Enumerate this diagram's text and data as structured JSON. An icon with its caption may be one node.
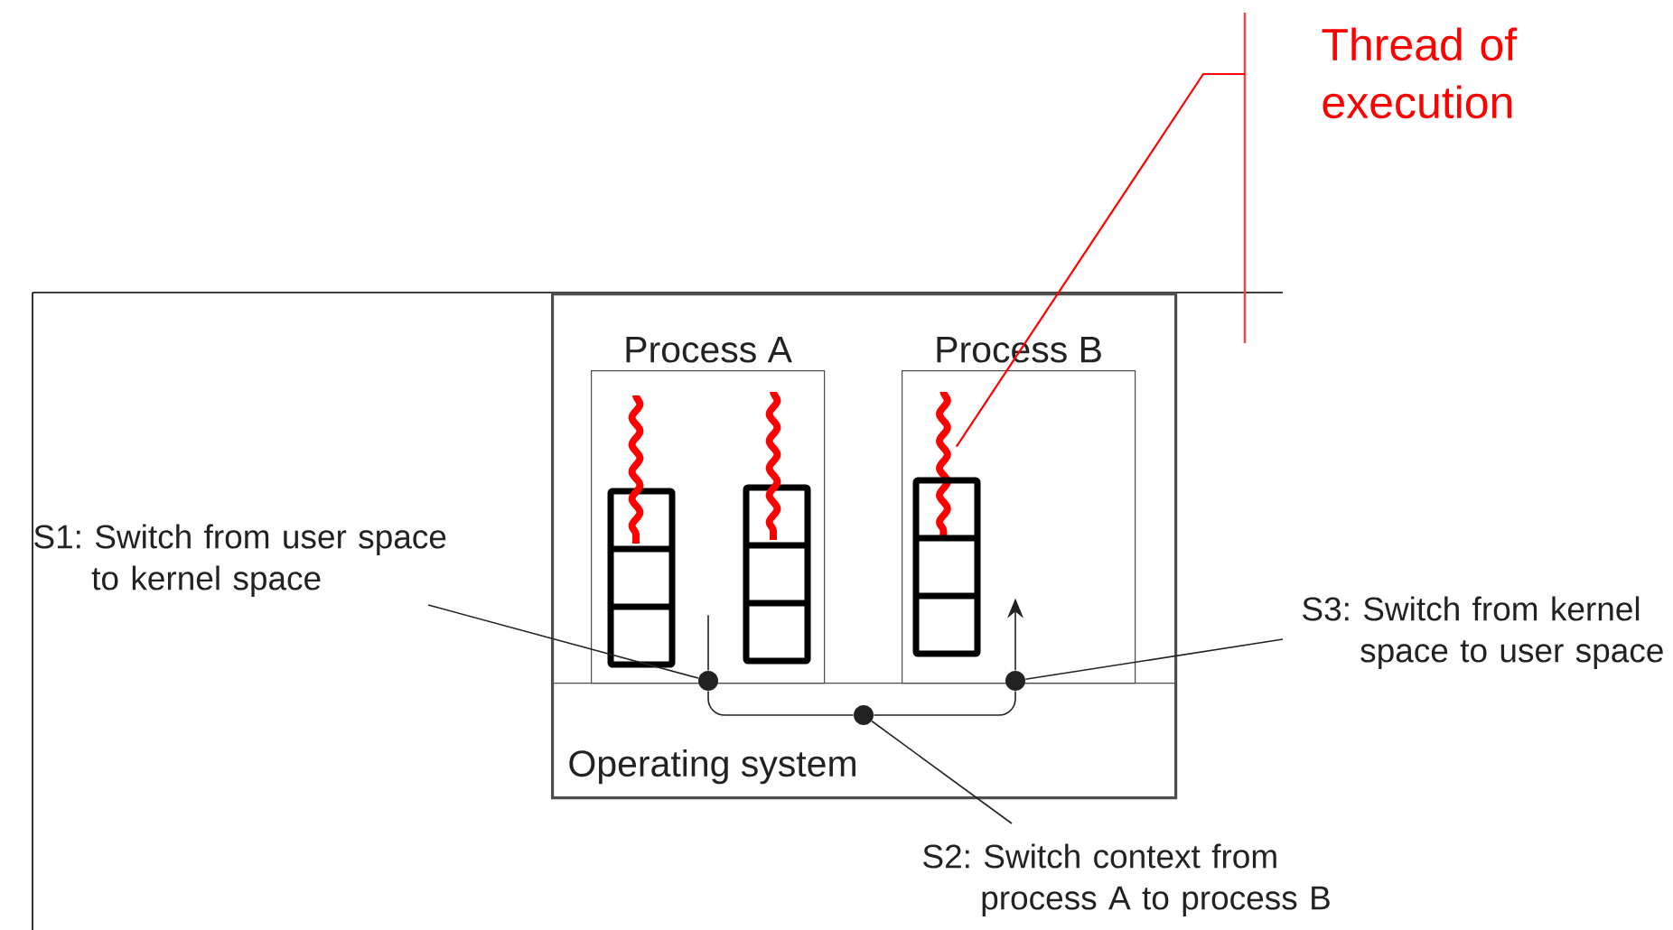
{
  "diagram": {
    "nodes": [
      {
        "text": [],
        "shape": "box"
      },
      {
        "text": [
          "Process A"
        ],
        "in": 0
      },
      {
        "text": [
          "Process B"
        ],
        "in": 0
      },
      {
        "text": [
          "Operating system"
        ],
        "in": 0
      },
      {
        "text": [],
        "shape": "circle",
        "in": 0
      },
      {
        "text": [],
        "shape": "circle",
        "in": 3
      },
      {
        "text": [],
        "shape": "circle",
        "in": 0
      },
      {
        "text": [
          "S1: Switch from user space to kernel space"
        ]
      },
      {
        "text": [
          "S2: Switch context from process A to process B"
        ]
      },
      {
        "text": [
          "S3: Switch from kernel space to user space"
        ]
      },
      {
        "text": [
          "Thread of execution"
        ]
      },
      {
        "text": [],
        "shape": "squiggle",
        "in": 2
      }
    ],
    "edges": [
      {
        "from": 1,
        "to": 4,
        "arrow": "none"
      },
      {
        "from": 4,
        "to": 5,
        "arrow": "none"
      },
      {
        "from": 5,
        "to": 6,
        "arrow": "none"
      },
      {
        "from": 6,
        "to": null,
        "arrow": "to"
      },
      {
        "from": 7,
        "to": 4,
        "arrow": "none"
      },
      {
        "from": 8,
        "to": 5,
        "arrow": "none"
      },
      {
        "from": 9,
        "to": 6,
        "arrow": "none"
      },
      {
        "from": 10,
        "to": 11,
        "arrow": "none",
        "color": "#ff0000"
      }
    ]
  }
}
